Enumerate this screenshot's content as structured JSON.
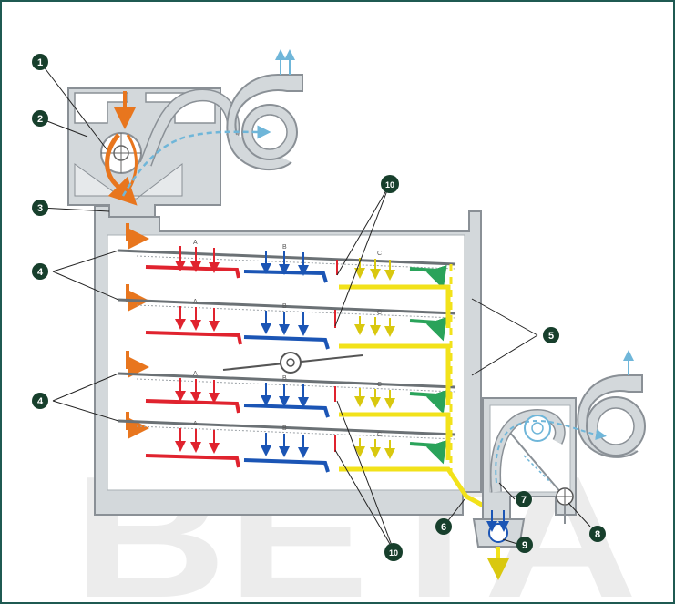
{
  "diagram": {
    "callouts": [
      "1",
      "2",
      "3",
      "4",
      "4",
      "5",
      "6",
      "7",
      "8",
      "9",
      "10",
      "10"
    ],
    "zone_labels": [
      "A",
      "B",
      "C"
    ],
    "watermark": "BETA",
    "colors": {
      "frame_border": "#1f5a52",
      "housing_fill": "#d3d8db",
      "housing_stroke": "#8a9096",
      "product_flow": "#e8761e",
      "zone_a_air": "#e0232e",
      "zone_b_air": "#1b55b5",
      "zone_c_air": "#f2e21a",
      "cooling_air": "#2aa35a",
      "exhaust_air": "#6fb6d9",
      "callout_fill": "#173f2c"
    }
  }
}
